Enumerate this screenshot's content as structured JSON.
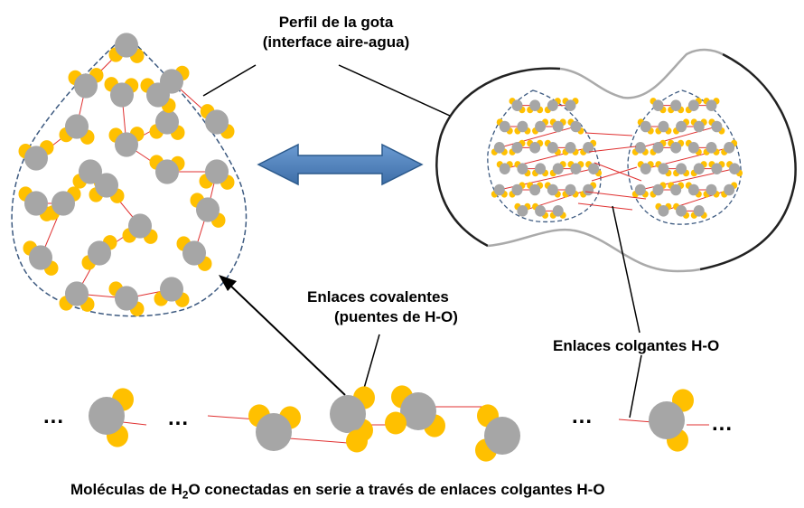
{
  "labels": {
    "drop_profile_line1": "Perfil de la gota",
    "drop_profile_line2": "(interface aire-agua)",
    "covalent_line1": "Enlaces  covalentes",
    "covalent_line2": "(puentes de H-O)",
    "dangling": "Enlaces  colgantes H-O",
    "caption_part1": "Moléculas de H",
    "caption_sub": "2",
    "caption_part2": "O conectadas en serie a través de enlaces colgantes H-O",
    "ellipsis": "..."
  },
  "colors": {
    "oxygen": "#a6a6a6",
    "hydrogen": "#ffc000",
    "bond": "#e03030",
    "arrow_fill": "#4f81bd",
    "arrow_stroke": "#2c5a8c",
    "outline": "#3d5a80"
  }
}
